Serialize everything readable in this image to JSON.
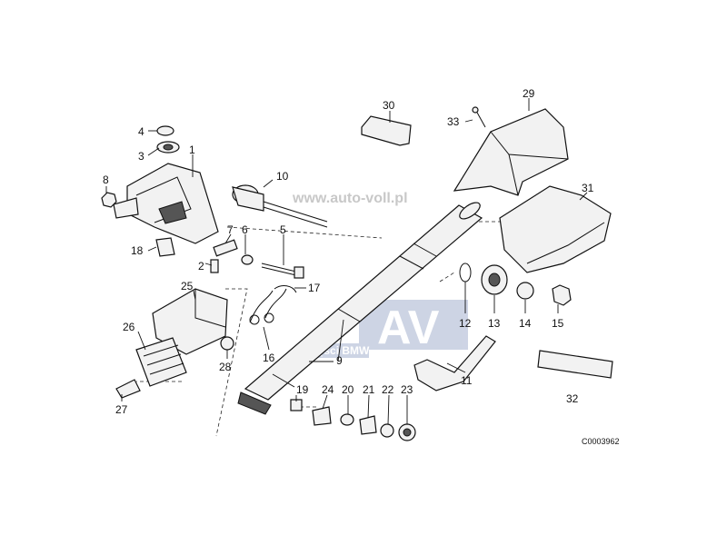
{
  "callouts": [
    {
      "id": "c1",
      "text": "1"
    },
    {
      "id": "c2",
      "text": "2"
    },
    {
      "id": "c3",
      "text": "3"
    },
    {
      "id": "c4",
      "text": "4"
    },
    {
      "id": "c5",
      "text": "5"
    },
    {
      "id": "c6",
      "text": "6"
    },
    {
      "id": "c7",
      "text": "7"
    },
    {
      "id": "c8",
      "text": "8"
    },
    {
      "id": "c9",
      "text": "9"
    },
    {
      "id": "c10",
      "text": "10"
    },
    {
      "id": "c11",
      "text": "11"
    },
    {
      "id": "c12",
      "text": "12"
    },
    {
      "id": "c13",
      "text": "13"
    },
    {
      "id": "c14",
      "text": "14"
    },
    {
      "id": "c15",
      "text": "15"
    },
    {
      "id": "c16",
      "text": "16"
    },
    {
      "id": "c17",
      "text": "17"
    },
    {
      "id": "c18",
      "text": "18"
    },
    {
      "id": "c19",
      "text": "19"
    },
    {
      "id": "c20",
      "text": "20"
    },
    {
      "id": "c21",
      "text": "21"
    },
    {
      "id": "c22",
      "text": "22"
    },
    {
      "id": "c23",
      "text": "23"
    },
    {
      "id": "c24",
      "text": "24"
    },
    {
      "id": "c25",
      "text": "25"
    },
    {
      "id": "c26",
      "text": "26"
    },
    {
      "id": "c27",
      "text": "27"
    },
    {
      "id": "c28",
      "text": "28"
    },
    {
      "id": "c29",
      "text": "29"
    },
    {
      "id": "c30",
      "text": "30"
    },
    {
      "id": "c31",
      "text": "31"
    },
    {
      "id": "c32",
      "text": "32"
    },
    {
      "id": "c33",
      "text": "33"
    }
  ],
  "diagram_code": "C0003962",
  "watermark": {
    "site": "www.auto-voll.pl",
    "logo_letters": "AV",
    "tagline": "Części BMW",
    "logo_color": "#c5cde0"
  }
}
